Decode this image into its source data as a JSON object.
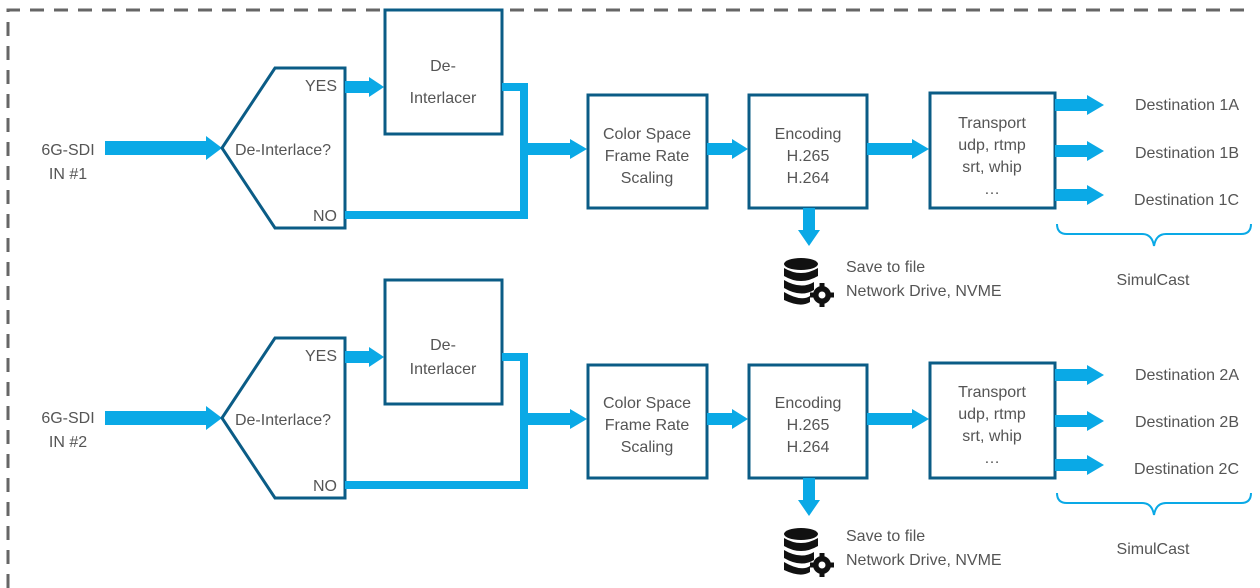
{
  "colors": {
    "box_border": "#0b5c86",
    "arrow": "#0aa9e6",
    "frame_dash": "#666666",
    "text": "#555555",
    "icon": "#111111"
  },
  "pipelines": [
    {
      "input": [
        "6G-SDI",
        "IN #1"
      ],
      "decision": "De-Interlace?",
      "yes": "YES",
      "no": "NO",
      "deinterlacer": [
        "De-",
        "Interlacer"
      ],
      "colorspace": [
        "Color Space",
        "Frame Rate",
        "Scaling"
      ],
      "encoding": [
        "Encoding",
        "H.265",
        "H.264"
      ],
      "transport": [
        "Transport",
        "udp, rtmp",
        "srt, whip",
        "…"
      ],
      "save": [
        "Save to file",
        "Network Drive, NVME"
      ],
      "save_icon": "database-gear-icon",
      "destinations": [
        "Destination 1A",
        "Destination 1B",
        "Destination 1C"
      ],
      "simulcast": "SimulCast"
    },
    {
      "input": [
        "6G-SDI",
        "IN #2"
      ],
      "decision": "De-Interlace?",
      "yes": "YES",
      "no": "NO",
      "deinterlacer": [
        "De-",
        "Interlacer"
      ],
      "colorspace": [
        "Color Space",
        "Frame Rate",
        "Scaling"
      ],
      "encoding": [
        "Encoding",
        "H.265",
        "H.264"
      ],
      "transport": [
        "Transport",
        "udp, rtmp",
        "srt, whip",
        "…"
      ],
      "save": [
        "Save to file",
        "Network Drive, NVME"
      ],
      "save_icon": "database-gear-icon",
      "destinations": [
        "Destination 2A",
        "Destination 2B",
        "Destination 2C"
      ],
      "simulcast": "SimulCast"
    }
  ]
}
